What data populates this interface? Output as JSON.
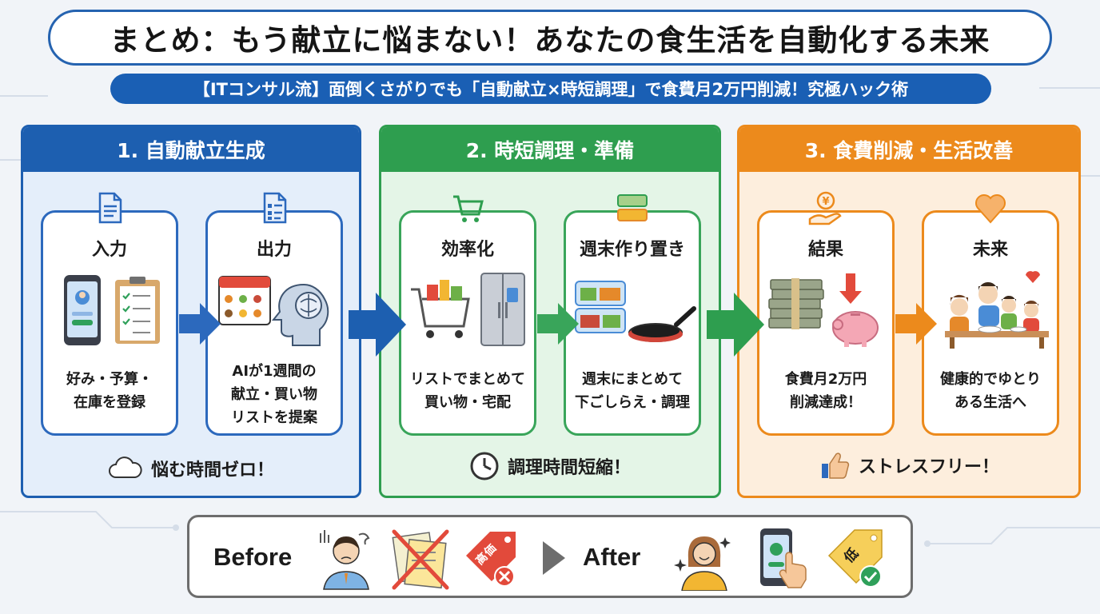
{
  "title": "まとめ：もう献立に悩まない！あなたの食生活を自動化する未来",
  "subtitle": "【ITコンサル流】面倒くさがりでも「自動献立×時短調理」で食費月2万円削減！究極ハック術",
  "colors": {
    "blue": "#1d5fb0",
    "green": "#2e9e4f",
    "orange": "#ec8a1c"
  },
  "panels": [
    {
      "heading": "1. 自動献立生成",
      "cards": [
        {
          "title": "入力",
          "text_lines": [
            "好み・予算・",
            "在庫を登録"
          ],
          "icon": "document-icon"
        },
        {
          "title": "出力",
          "text_lines": [
            "AIが1週間の",
            "献立・買い物",
            "リストを提案"
          ],
          "icon": "checklist-icon"
        }
      ],
      "footer": "悩む時間ゼロ！",
      "footer_icon": "cloud-icon"
    },
    {
      "heading": "2. 時短調理・準備",
      "cards": [
        {
          "title": "効率化",
          "text_lines": [
            "リストでまとめて",
            "買い物・宅配"
          ],
          "icon": "cart-icon"
        },
        {
          "title": "週末作り置き",
          "text_lines": [
            "週末にまとめて",
            "下ごしらえ・調理"
          ],
          "icon": "container-icon"
        }
      ],
      "footer": "調理時間短縮！",
      "footer_icon": "clock-icon"
    },
    {
      "heading": "3. 食費削減・生活改善",
      "cards": [
        {
          "title": "結果",
          "text_lines": [
            "食費月2万円",
            "削減達成！"
          ],
          "icon": "yen-hand-icon"
        },
        {
          "title": "未来",
          "text_lines": [
            "健康的でゆとり",
            "ある生活へ"
          ],
          "icon": "heart-icon"
        }
      ],
      "footer": "ストレスフリー！",
      "footer_icon": "thumbs-up-icon"
    }
  ],
  "comparison": {
    "before_label": "Before",
    "after_label": "After",
    "high_price_tag": "高価",
    "low_price_tag": "低"
  }
}
